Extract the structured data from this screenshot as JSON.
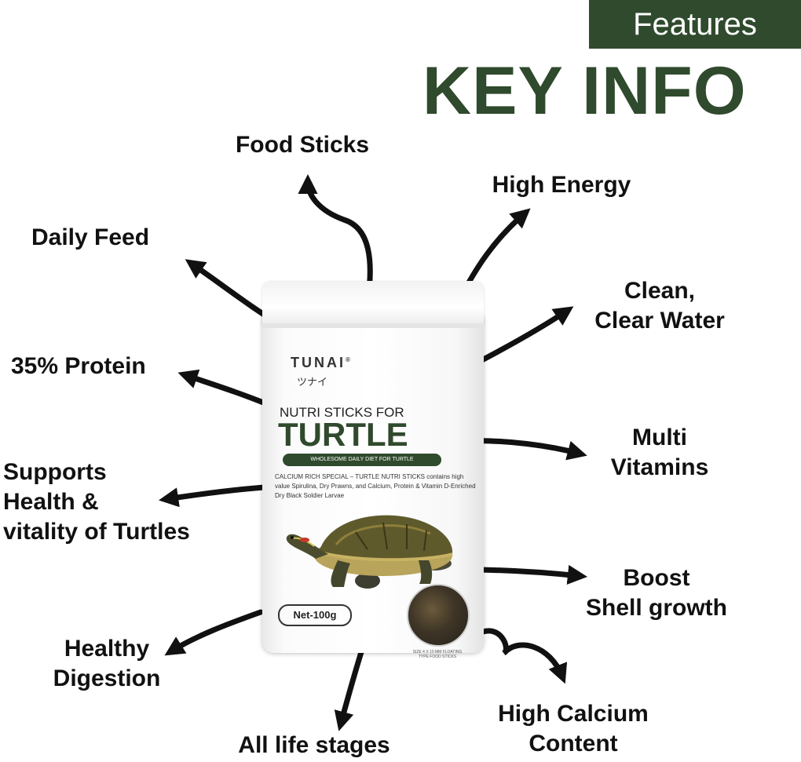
{
  "header": {
    "badge": "Features",
    "title": "KEY INFO"
  },
  "callouts": {
    "food_sticks": "Food Sticks",
    "high_energy": "High Energy",
    "daily_feed": "Daily Feed",
    "clean_water": "Clean,\nClear Water",
    "protein": "35% Protein",
    "multi_vitamins": "Multi\nVitamins",
    "health_vitality": "Supports\nHealth &\nvitality of Turtles",
    "boost_shell": "Boost\nShell growth",
    "healthy_digestion": "Healthy\nDigestion",
    "high_calcium": "High Calcium\nContent",
    "life_stages": "All life stages"
  },
  "product": {
    "brand": "TUNAI",
    "brand_mark": "®",
    "brand_jp": "ツナイ",
    "line": "NUTRI STICKS FOR",
    "name": "TURTLE",
    "tagline": "WHOLESOME DAILY DIET FOR TURTLE",
    "description": "CALCIUM RICH SPECIAL – TURTLE NUTRI STICKS contains high value Spirulina, Dry Prawns, and Calcium, Protein & Vitamin D-Enriched Dry Black Soldier Larvae",
    "net_weight": "Net-100g",
    "sample_caption": "SIZE 4 X 10 MM FLOATING TYPE FOOD STICKS"
  },
  "colors": {
    "brand_green": "#2f4a2c",
    "arrow": "#111111"
  }
}
